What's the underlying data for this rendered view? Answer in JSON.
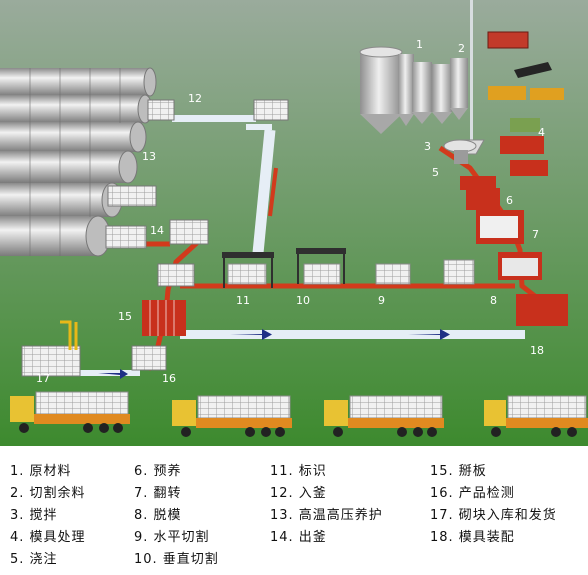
{
  "diagram": {
    "background_top": "#9aab9c",
    "background_bottom": "#3d8a2e",
    "flow_color": "#d23a1c",
    "line_color": "#e6eef6",
    "arrow_color": "#1f2f86",
    "silo_color": "#d6d6d6",
    "autoclave_color": "#c8c8c8",
    "mold_color": "#c8301c",
    "truck_cab_color": "#e8c233",
    "truck_bed_color": "#e08a20",
    "callouts": [
      "1",
      "2",
      "3",
      "4",
      "5",
      "6",
      "7",
      "8",
      "9",
      "10",
      "11",
      "12",
      "13",
      "14",
      "15",
      "16",
      "17",
      "18"
    ]
  },
  "legend": [
    "1. 原材料",
    "2. 切割余料",
    "3. 搅拌",
    "4. 模具处理",
    "5. 浇注",
    "6. 预养",
    "7. 翻转",
    "8. 脱模",
    "9. 水平切割",
    "10. 垂直切割",
    "11. 标识",
    "12. 入釜",
    "13. 高温高压养护",
    "14. 出釜",
    "15. 掰板",
    "16. 产品检测",
    "17. 砌块入库和发货",
    "18. 模具装配"
  ]
}
